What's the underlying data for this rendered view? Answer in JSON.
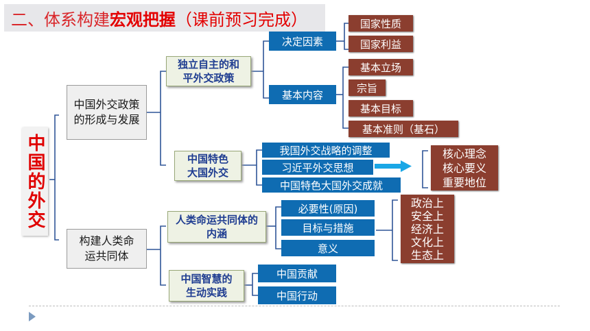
{
  "title": {
    "prefix": "二、体系构建",
    "emphasis": "宏观把握",
    "suffix": "（课前预习完成）"
  },
  "root": "中国的外交",
  "level1": [
    {
      "label": "中国外交政策的形成与发展"
    },
    {
      "label": "构建人类命运共同体"
    }
  ],
  "level2": [
    {
      "label": "独立自主的和平外交政策"
    },
    {
      "label": "中国特色大国外交"
    },
    {
      "label": "人类命运共同体的内涵"
    },
    {
      "label": "中国智慧的生动实践"
    }
  ],
  "level3": [
    {
      "label": "决定因素"
    },
    {
      "label": "基本内容"
    },
    {
      "label": "我国外交战略的调整"
    },
    {
      "label": "习近平外交思想"
    },
    {
      "label": "中国特色大国外交成就"
    },
    {
      "label": "必要性(原因)"
    },
    {
      "label": "目标与措施"
    },
    {
      "label": "意义"
    },
    {
      "label": "中国贡献"
    },
    {
      "label": "中国行动"
    }
  ],
  "level4": [
    {
      "label": "国家性质"
    },
    {
      "label": "国家利益"
    },
    {
      "label": "基本立场"
    },
    {
      "label": "宗旨"
    },
    {
      "label": "基本目标"
    },
    {
      "label": "基本准则（基石）"
    }
  ],
  "thought_box": [
    "核心理念",
    "核心要义",
    "重要地位"
  ],
  "aspects_box": [
    "政治上",
    "安全上",
    "经济上",
    "文化上",
    "生态上"
  ],
  "colors": {
    "title_red": "#e30000",
    "node_blue": "#0f6cb2",
    "node_brown": "#8b3e2f",
    "node_green_bg": "#eef2e4",
    "arrow": "#1aa7e6"
  }
}
